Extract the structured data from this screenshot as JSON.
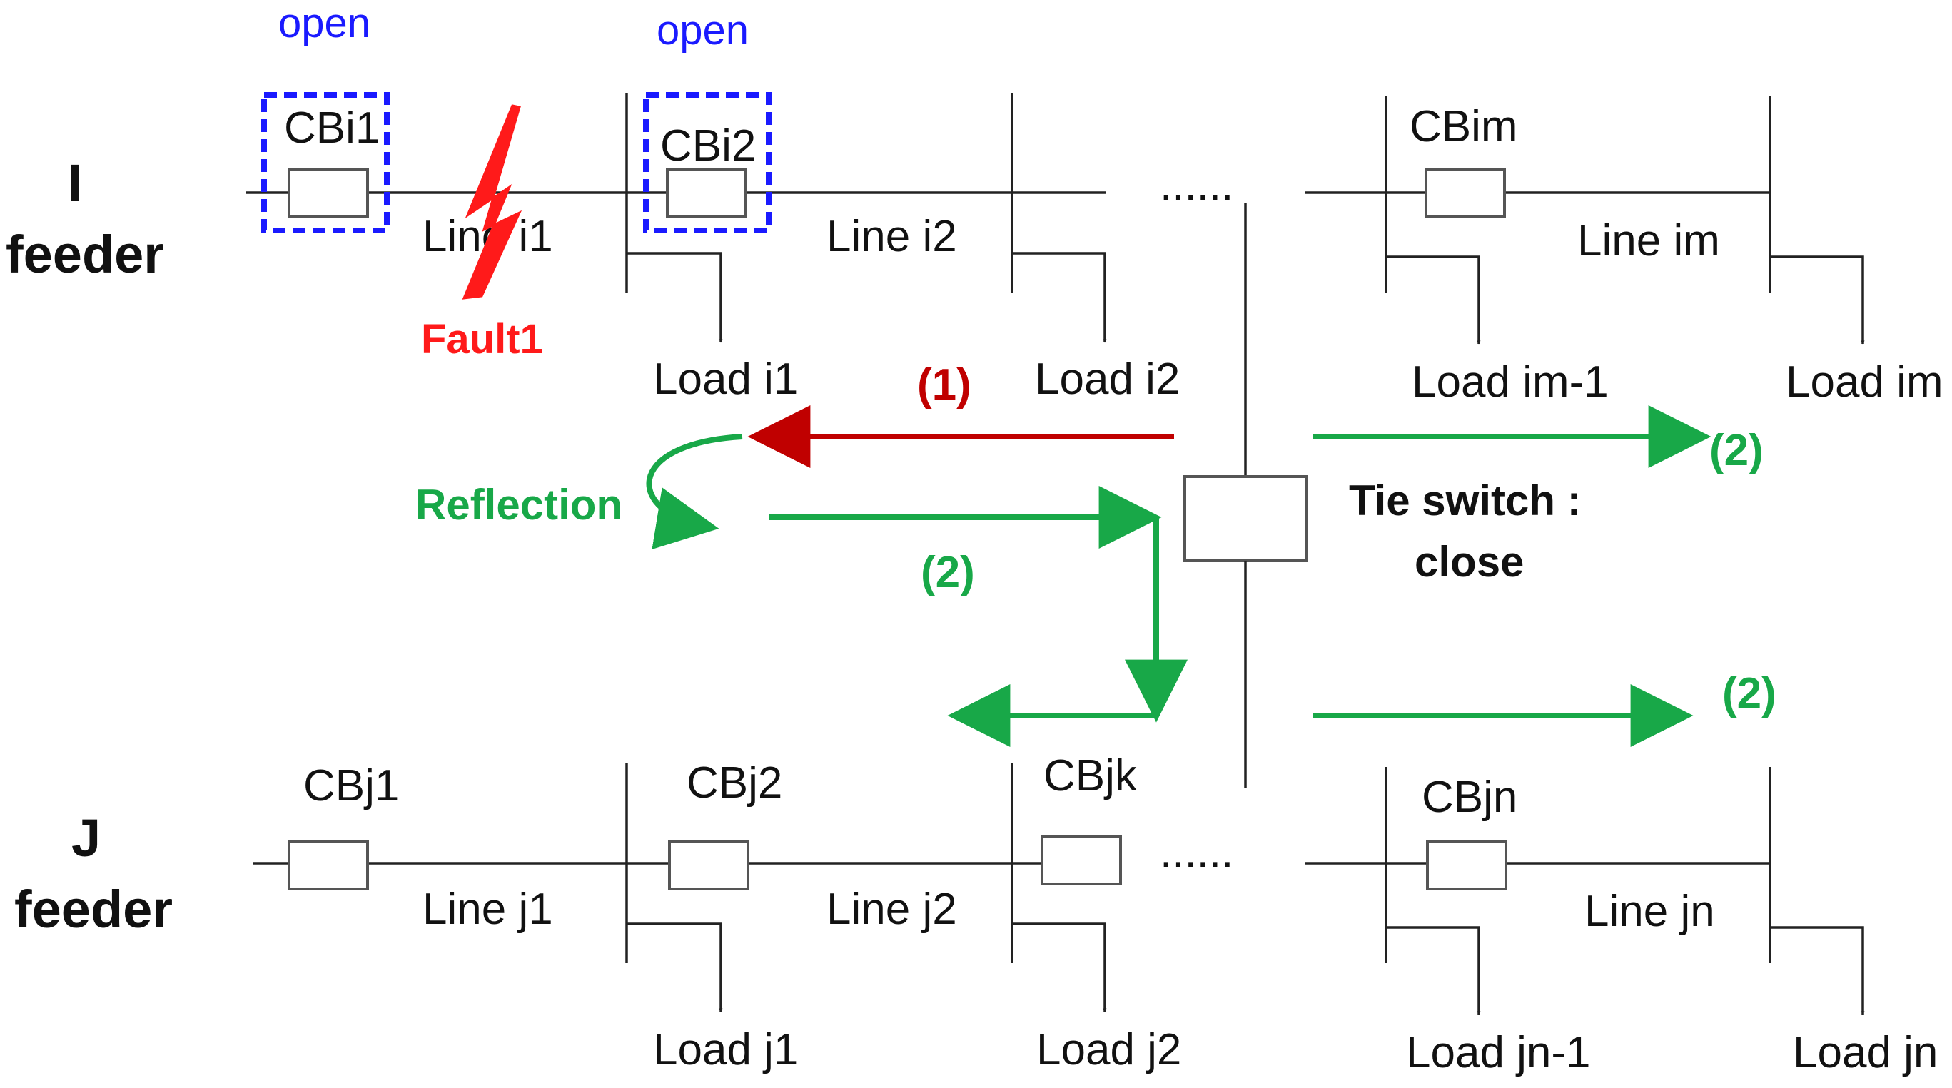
{
  "feeders": {
    "i_letter": "I",
    "j_letter": "J",
    "word": "feeder"
  },
  "states": {
    "cbi1_state": "open",
    "cbi2_state": "open",
    "tie_line1": "Tie switch :",
    "tie_line2": "close"
  },
  "breakers_i": [
    "CBi1",
    "CBi2",
    "CBim"
  ],
  "breakers_j": [
    "CBj1",
    "CBj2",
    "CBjk",
    "CBjn"
  ],
  "lines_i": [
    "Line i1",
    "Line i2",
    "Line im"
  ],
  "lines_j": [
    "Line j1",
    "Line j2",
    "Line jn"
  ],
  "loads_i": [
    "Load i1",
    "Load i2",
    "Load im-1",
    "Load im"
  ],
  "loads_j": [
    "Load j1",
    "Load j2",
    "Load jn-1",
    "Load jn"
  ],
  "ellipsis": "......",
  "fault_label": "Fault1",
  "reflection_label": "Reflection",
  "step1": "(1)",
  "step2": "(2)",
  "colors": {
    "open_box": "#1a1aff",
    "fault": "#ff1a1a",
    "step1_arrow": "#c00000",
    "step2_arrow": "#18a848"
  }
}
